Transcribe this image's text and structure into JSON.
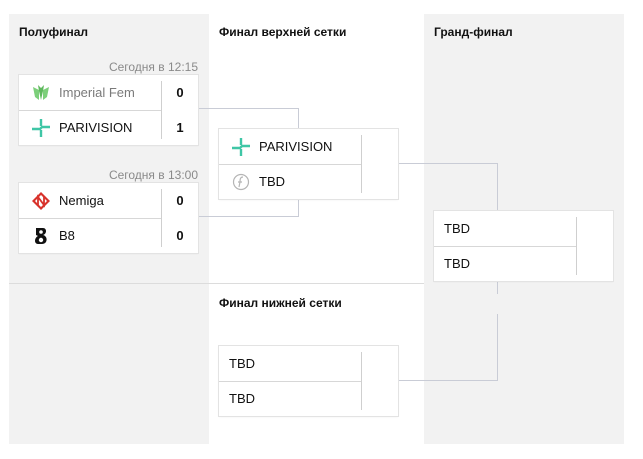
{
  "columns": {
    "semifinal": "Полуфинал",
    "upper_final": "Финал верхней сетки",
    "lower_final": "Финал нижней сетки",
    "grand_final": "Гранд-финал"
  },
  "semifinal_matches": [
    {
      "time": "Сегодня в 12:15",
      "teams": [
        {
          "name": "Imperial Fem",
          "score": "0",
          "logo": "imperial-fem-logo"
        },
        {
          "name": "PARIVISION",
          "score": "1",
          "logo": "parivision-logo"
        }
      ]
    },
    {
      "time": "Сегодня в 13:00",
      "teams": [
        {
          "name": "Nemiga",
          "score": "0",
          "logo": "nemiga-logo"
        },
        {
          "name": "B8",
          "score": "0",
          "logo": "b8-logo"
        }
      ]
    }
  ],
  "upper_final_match": {
    "teams": [
      {
        "name": "PARIVISION",
        "logo": "parivision-logo"
      },
      {
        "name": "TBD",
        "logo": "tbd-logo"
      }
    ]
  },
  "lower_final_match": {
    "teams": [
      {
        "name": "TBD"
      },
      {
        "name": "TBD"
      }
    ]
  },
  "grand_final_match": {
    "teams": [
      {
        "name": "TBD"
      },
      {
        "name": "TBD"
      }
    ]
  },
  "colors": {
    "column_bg": "#f2f2f2",
    "connector": "#c9ccd6",
    "imperial_green": "#7ccf7a",
    "parivision_teal": "#3fc6a6",
    "nemiga_red": "#d8322b"
  }
}
